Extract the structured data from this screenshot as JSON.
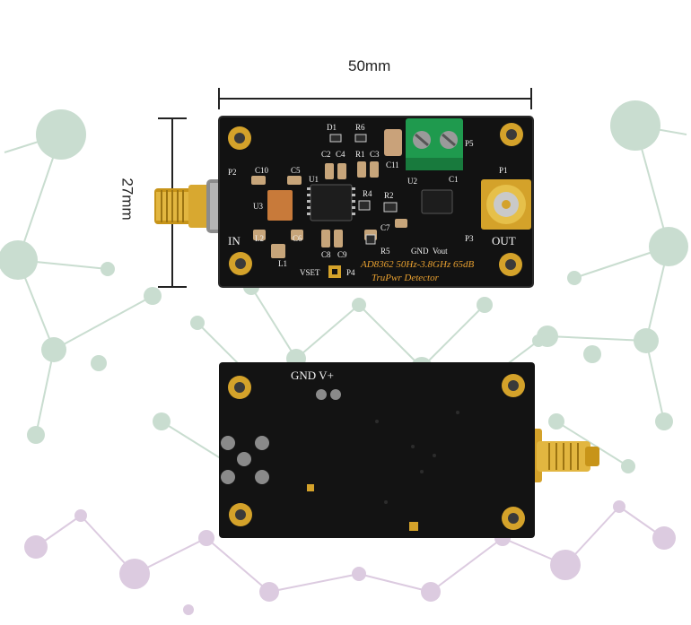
{
  "dimensions": {
    "width_label": "50mm",
    "height_label": "27mm"
  },
  "board_front": {
    "component_labels": [
      "D1",
      "R6",
      "P5",
      "P2",
      "C10",
      "C5",
      "C2",
      "C4",
      "R1",
      "C3",
      "C11",
      "U1",
      "U2",
      "C1",
      "U3",
      "R4",
      "R2",
      "C7",
      "L2",
      "C6",
      "L1",
      "C8",
      "C9",
      "R5",
      "P3",
      "P4",
      "P1"
    ],
    "connector_labels": {
      "in": "IN",
      "out": "OUT",
      "gnd_vout": "GND  Vout",
      "vset": "VSET"
    },
    "product_line1": "AD8362 50Hz-3.8GHz 65dB",
    "product_line2": "TruPwr Detector"
  },
  "board_back": {
    "power_label": "GND V+"
  },
  "colors": {
    "pcb": "#121212",
    "gold": "#d4a22a",
    "silkscreen": "#f2f2f2",
    "product_text": "#e8a030",
    "terminal_block": "#1f9a4e"
  }
}
